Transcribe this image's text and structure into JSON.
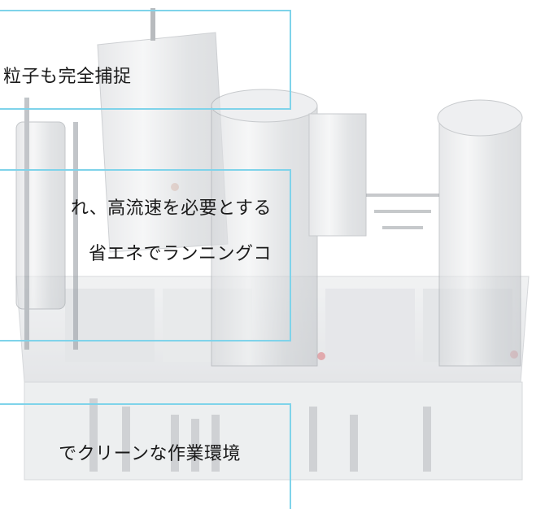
{
  "callouts": [
    {
      "lines": [
        "粒子も完全捕捉"
      ]
    },
    {
      "lines": [
        "れ、高流速を必要とする",
        "省エネでランニングコ"
      ]
    },
    {
      "lines": [
        "でクリーンな作業環境"
      ]
    }
  ],
  "colors": {
    "accent": "#7fd3ea"
  },
  "image": {
    "subject": "industrial-filtration-unit-photo"
  }
}
